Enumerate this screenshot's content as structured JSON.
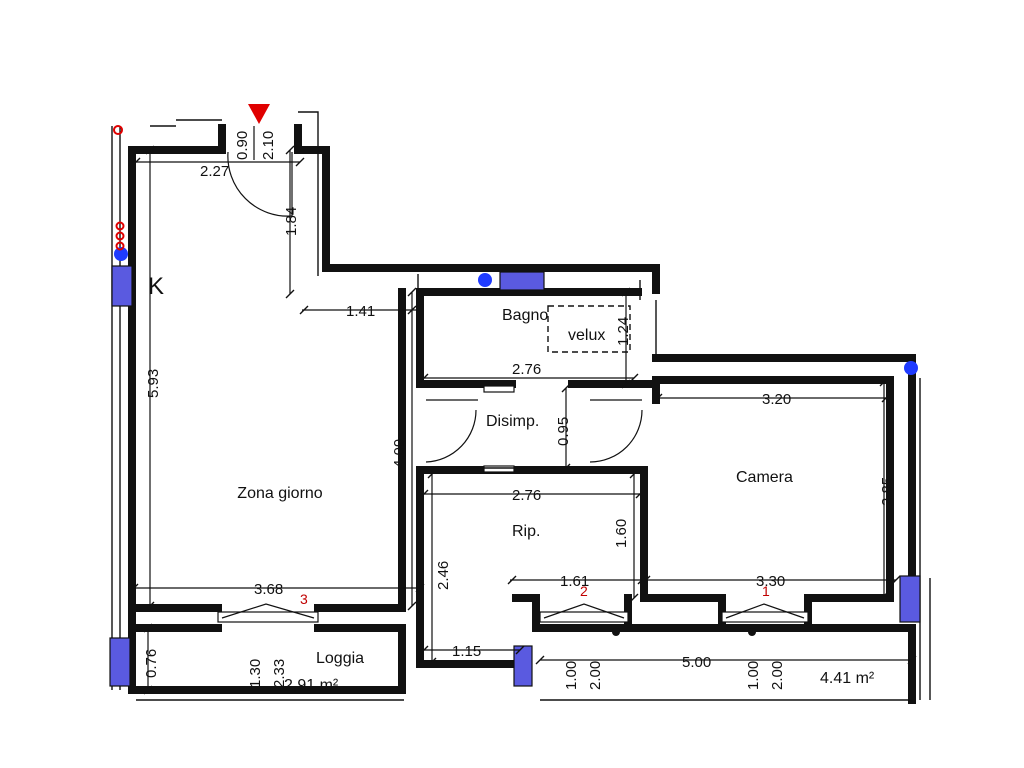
{
  "rooms": {
    "zona_giorno": "Zona giorno",
    "bagno": "Bagno",
    "velux": "velux",
    "disimpegno": "Disimp.",
    "ripostiglio": "Rip.",
    "camera": "Camera",
    "loggia": "Loggia",
    "loggia_area": "2,91 m²",
    "balcony_area": "4.41 m²",
    "kitchen_mark": "K"
  },
  "dimensions": {
    "entry_width": "0.90",
    "entry_height": "2.10",
    "zona_width_top": "2.27",
    "entry_depth": "1.84",
    "zona_height": "5.93",
    "corridor_width": "1.41",
    "bagno_width": "2.76",
    "bagno_velux": "1.24",
    "disimp_width": "0.95",
    "zona_right_height": "4.09",
    "rip_width": "2.76",
    "rip_height": "1.60",
    "rip_left_height": "2.46",
    "rip_bottom": "1.15",
    "zona_bottom": "3.68",
    "rip_lower": "1.61",
    "camera_width_top": "3.20",
    "camera_height": "2.85",
    "camera_width_bottom": "3.30",
    "loggia_depth": "0.76",
    "loggia_win_w": "1.30",
    "loggia_win_h": "2.33",
    "balcony_win1_w": "1.00",
    "balcony_win1_h": "2.00",
    "balcony_length": "5.00",
    "balcony_win2_w": "1.00",
    "balcony_win2_h": "2.00"
  },
  "window_numbers": {
    "w1": "1",
    "w2": "2",
    "w3": "3"
  },
  "colors": {
    "wall": "#111111",
    "radiator": "#5a5ae0",
    "outlet": "#1f3bff",
    "marker": "#e00000"
  },
  "icons": [
    "entrance-triangle-icon",
    "gas-outlet-icon",
    "electric-outlet-icon"
  ]
}
